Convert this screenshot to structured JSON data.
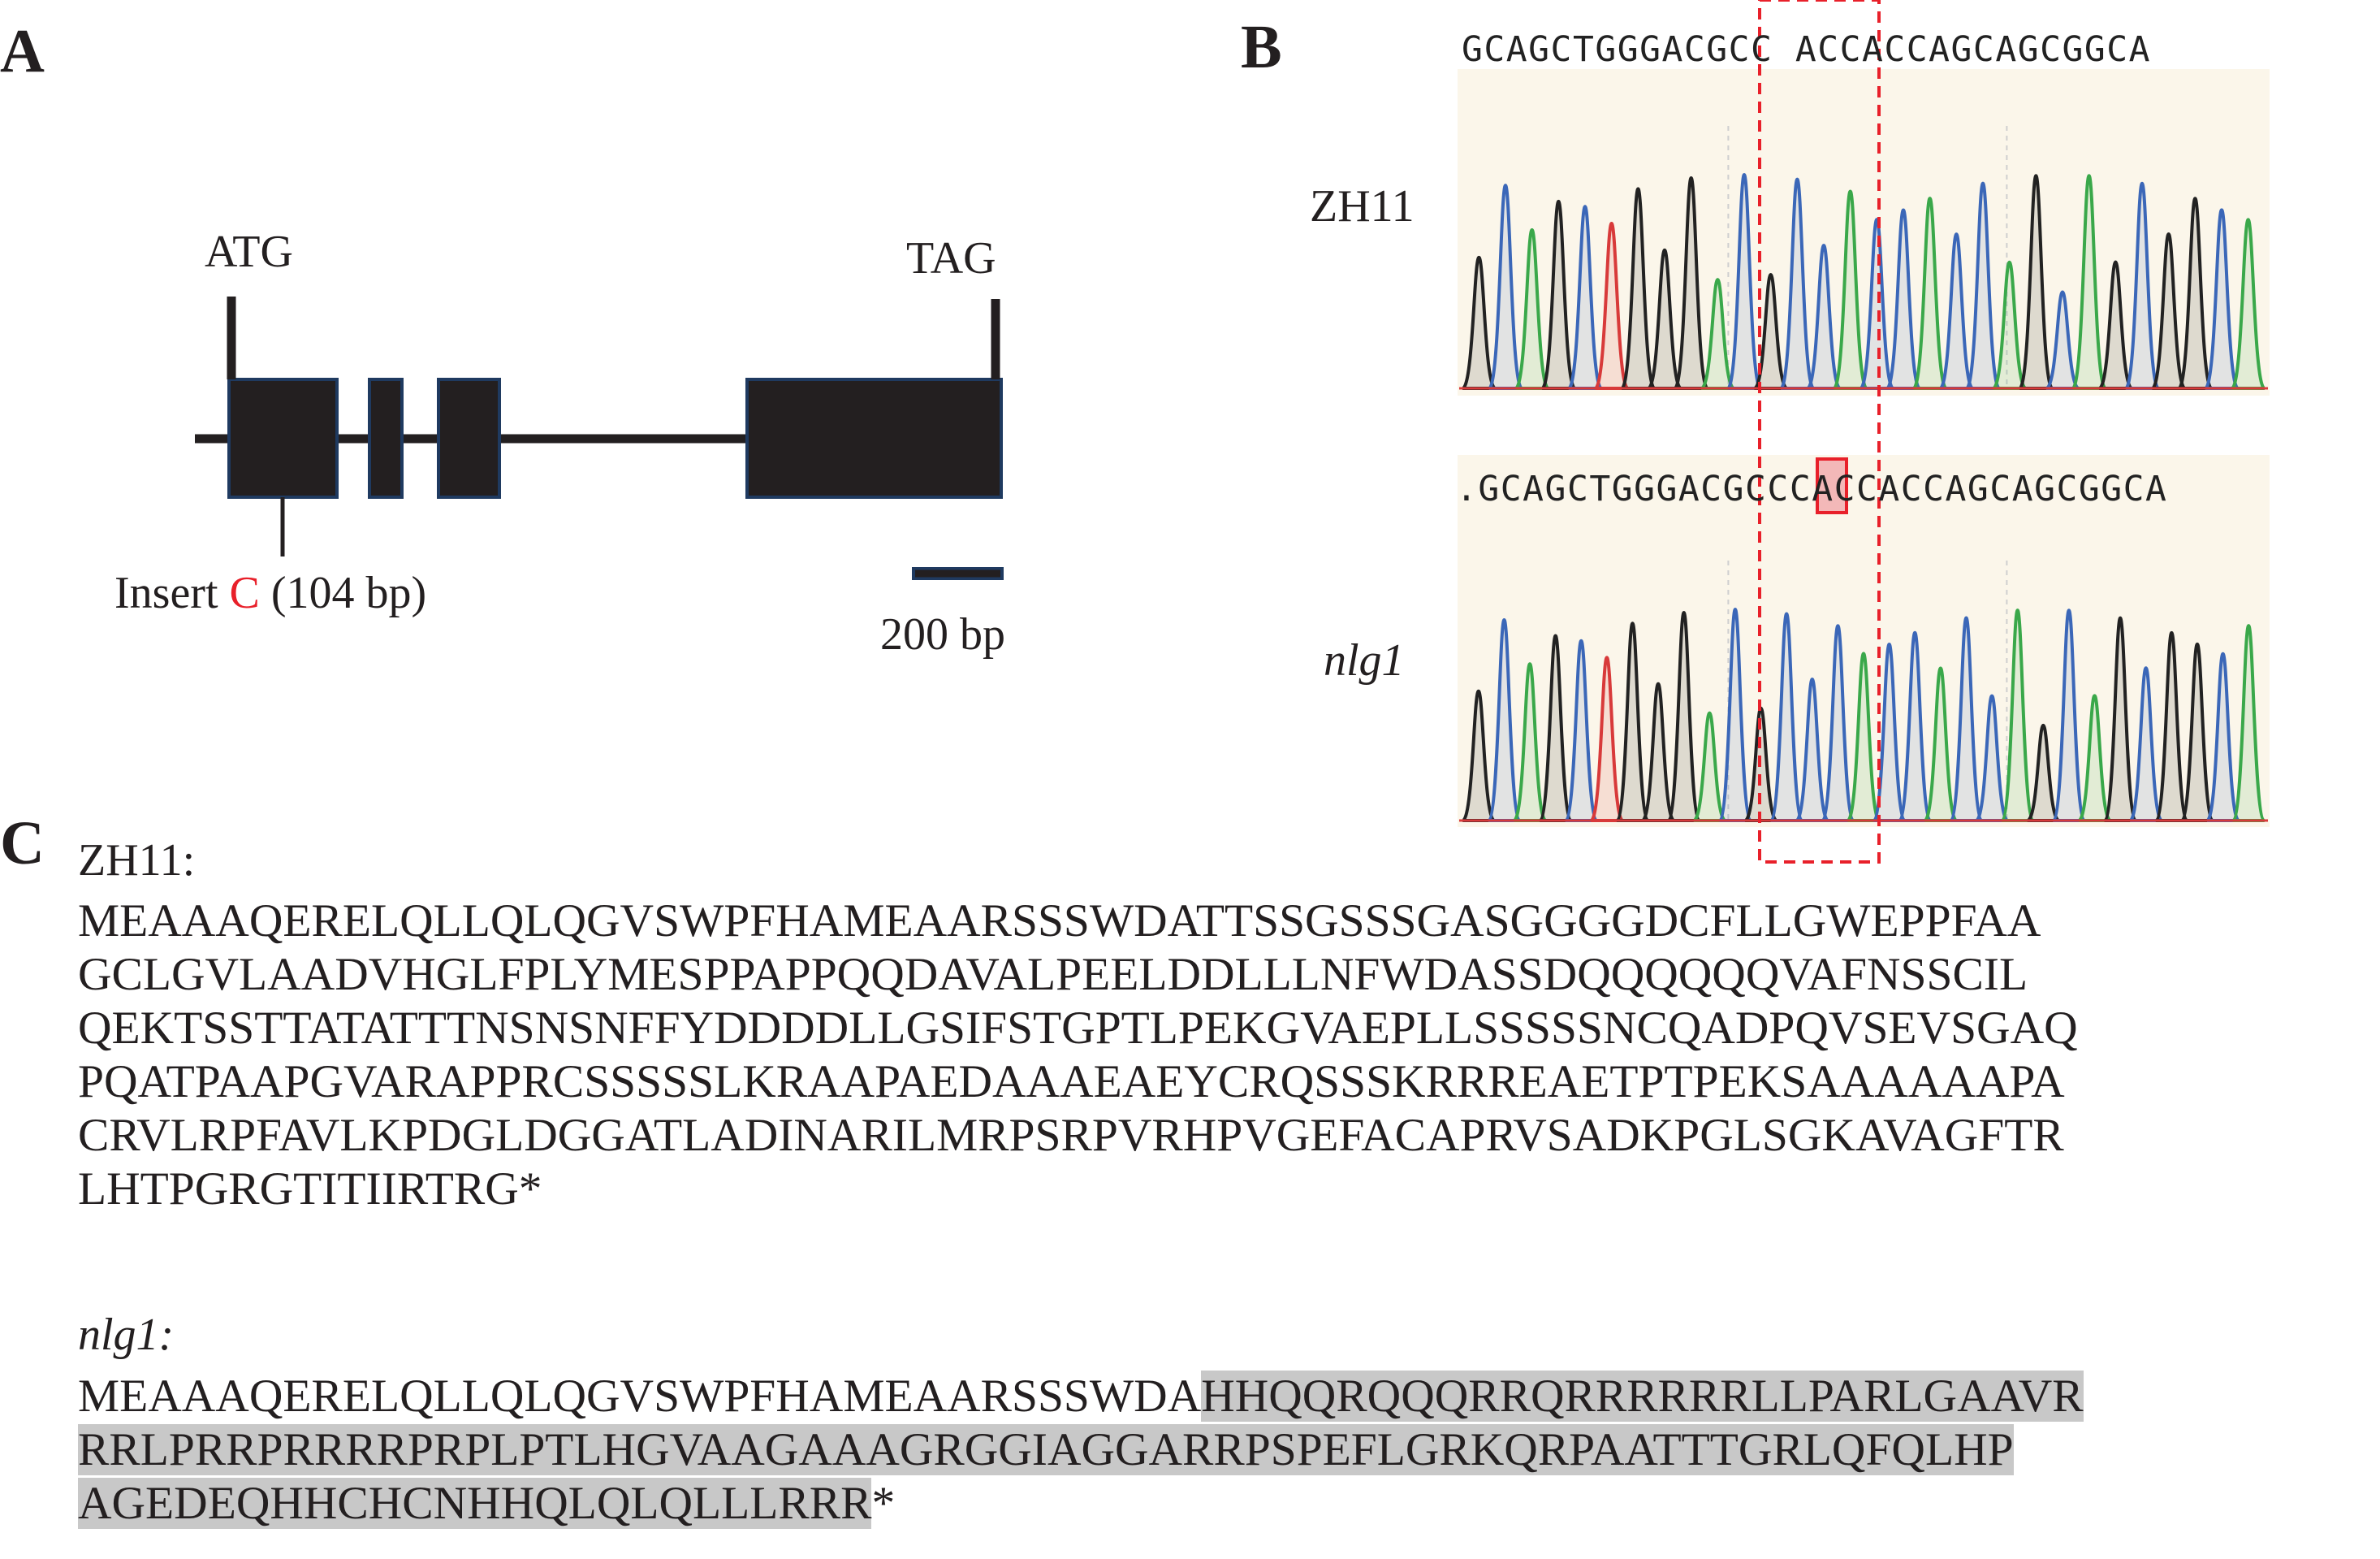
{
  "panels": {
    "a": "A",
    "b": "B",
    "c": "C"
  },
  "gene": {
    "start_codon": "ATG",
    "stop_codon": "TAG",
    "insert_prefix": "Insert ",
    "insert_base": "C",
    "insert_suffix": " (104 bp)",
    "scale_label": "200 bp"
  },
  "chromatograms": [
    {
      "sample": "ZH11",
      "sequence": "GCAGCTGGGACGCC ACCACCAGCAGCGGCA"
    },
    {
      "sample": "nlg1",
      "sequence_prefix": ".GCAGCTGGGACGCC",
      "sequence_inserted": "C",
      "sequence_suffix": "ACCACCAGCAGCGGCA"
    }
  ],
  "proteins": {
    "wild_type": {
      "label": "ZH11:",
      "lines": [
        "MEAAAQERELQLLQLQGVSWPFHAMEAARSSSWDATTSSGSSSGASGGGGDCFLLGWEPPFAA",
        "GCLGVLAADVHGLFPLYMESPPAPPQQDAVALPEELDDLLLNFWDASSDQQQQQQVAFNSSCIL",
        "QEKTSSTTATATTTNSNSNFFYDDDDLLGSIFSTGPTLPEKGVAEPLLSSSSSNCQADPQVSEVSGAQ",
        "PQATPAAPGVARAPPRCSSSSSLKRAAPAEDAAAEAEYCRQSSSKRRREAETPTPEKSAAAAAAPA",
        "CRVLRPFAVLKPDGLDGGATLADINARILMRPSRPVRHPVGEFACAPRVSADKPGLSGKAVAGFTR",
        "LHTPGRGTITIIRTRG*"
      ]
    },
    "mutant": {
      "label": "nlg1:",
      "line1_normal": "MEAAAQERELQLLQLQGVSWPFHAMEAARSSSWDA",
      "line1_highlight": "HHQQRQQQRRQRRRRRRLLPARLGAAVR",
      "line2_highlight": "RRLPRRPRRRRPRPLPTLHGVAAGAAAGRGGIAGGARRPSPEFLGRKQRPAATTTGRLQFQLHP",
      "line3_highlight": "AGEDEQHHCHCNHHQLQLQLLLRRR",
      "line3_end": "*"
    }
  },
  "colors": {
    "exon_fill": "#231f20",
    "exon_border": "#1f3a60",
    "insert_highlight": "#e8202a",
    "highlight_bg": "#c8c8c8",
    "trace_a": "#3aa84a",
    "trace_c": "#3b67b8",
    "trace_g": "#222222",
    "trace_t": "#d83a3a",
    "chromatogram_bg": "#fbf6ea"
  }
}
